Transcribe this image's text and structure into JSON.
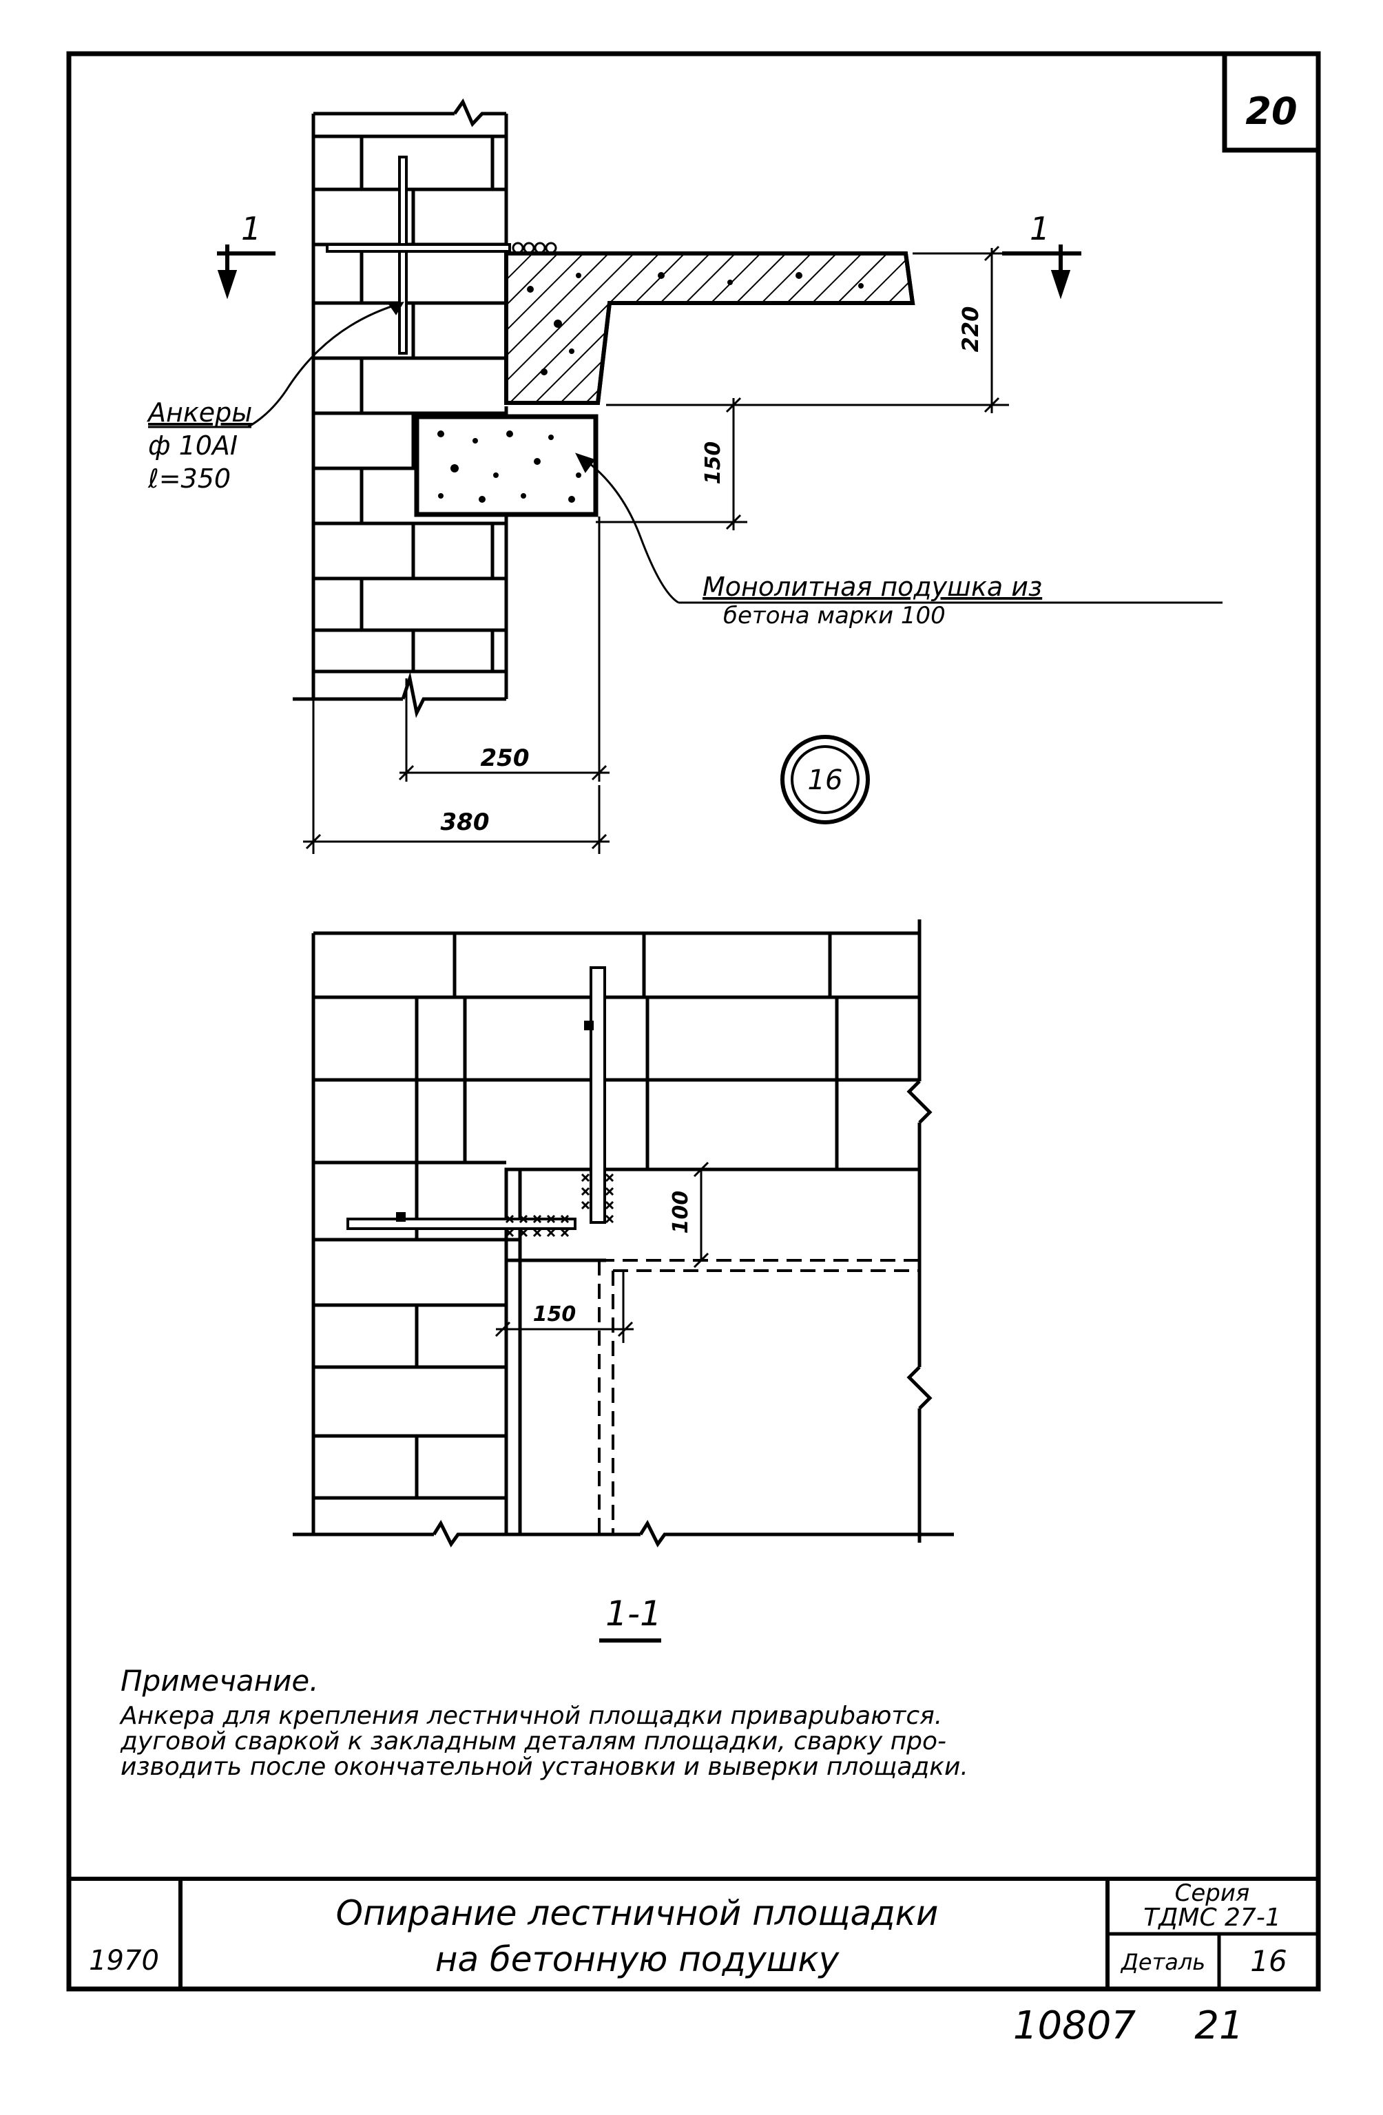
{
  "sheet_number": "20",
  "top_detail": {
    "section_mark": "1",
    "anchors": {
      "line1": "Анкеры",
      "line2": "ф 10АI",
      "line3": "ℓ=350"
    },
    "dim_220": "220",
    "dim_150": "150",
    "dim_250": "250",
    "dim_380": "380",
    "pad_callout": {
      "line1": "Монолитная подушка из",
      "line2": "бетона марки 100"
    },
    "detail_badge": "16"
  },
  "section_view": {
    "dim_100": "100",
    "dim_150": "150",
    "section_label": "1-1"
  },
  "note": {
    "heading": "Примечание.",
    "line1": "Анкера для крепления лестничной площадки приварubаются.",
    "line2": "дуговой сваркой к закладным деталям площадки, сварку про-",
    "line3": "изводить после окончательной установки и выверки площадки."
  },
  "title_block": {
    "year": "1970",
    "title_line1": "Опирание лестничной площадки",
    "title_line2": "на бетонную подушку",
    "series_label": "Серия",
    "series_value": "ТДМС 27-1",
    "detail_label": "Деталь",
    "detail_value": "16"
  },
  "archive_number": "10807",
  "page_number": "21"
}
